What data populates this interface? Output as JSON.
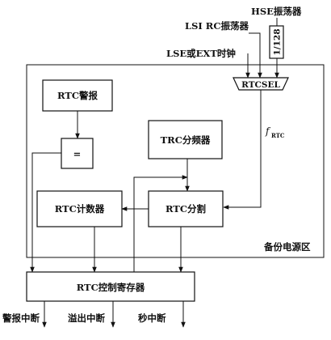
{
  "sources": {
    "hse": "HSE振荡器",
    "lsi": "LSI RC振荡器",
    "lse": "LSE或EXT时钟",
    "divider": "1/128"
  },
  "mux": {
    "label": "RTCSEL"
  },
  "clock_signal": {
    "main": "f",
    "sub": "RTC"
  },
  "blocks": {
    "alarm": "RTC警报",
    "compare": "=",
    "prescaler": "TRC分频器",
    "counter": "RTC计数器",
    "divider": "RTC分割",
    "control": "RTC控制寄存器"
  },
  "region_label": "备份电源区",
  "interrupts": [
    "警报中断",
    "溢出中断",
    "秒中断"
  ]
}
